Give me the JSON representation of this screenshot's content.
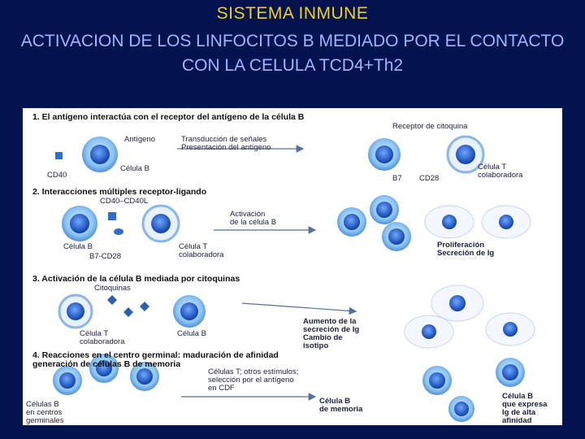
{
  "slide": {
    "title": "SISTEMA INMUNE",
    "subtitle": "ACTIVACION DE LOS LINFOCITOS B MEDIADO POR EL CONTACTO CON LA CELULA TCD4+Th2"
  },
  "figure": {
    "step1": {
      "heading": "1. El antígeno interactúa con el receptor del antígeno de la célula B",
      "antigeno": "Antígeno",
      "transduccion": "Transducción de señales\nPresentación del antígeno",
      "cd40": "CD40",
      "celula_b": "Célula B",
      "receptor_citoquina": "Receptor de citoquina",
      "b7": "B7",
      "cd28": "CD28",
      "celula_t": "Célula T\ncolaboradora"
    },
    "step2": {
      "heading": "2. Interacciones múltiples receptor-ligando",
      "cd40_cd40l": "CD40–CD40L",
      "celula_b": "Célula B",
      "b7_cd28": "B7-CD28",
      "celula_t": "Célula T\ncolaboradora",
      "activacion": "Activación\nde la célula B",
      "proliferacion": "Proliferación\nSecreción de Ig"
    },
    "step3": {
      "heading": "3. Activación de la célula B mediada por citoquinas",
      "citoquinas": "Citoquinas",
      "celula_t": "Célula T\ncolaboradora",
      "celula_b": "Célula B",
      "aumento": "Aumento de la\nsecreción de Ig\nCambio de\nisotipo"
    },
    "step4": {
      "heading": "4. Reacciones en el centro germinal: maduración de afinidad\ngeneración de células B de memoria",
      "celulas_tf": "Células T; otros estímulos;\nselección por el antígeno\nen CDF",
      "celulas_b_centros": "Células B\nen centros\ngerminales",
      "celula_b_memoria": "Célula B\nde memoria",
      "celula_b_afinidad": "Célula B\nque expresa\nIg de alta\nafinidad"
    }
  }
}
